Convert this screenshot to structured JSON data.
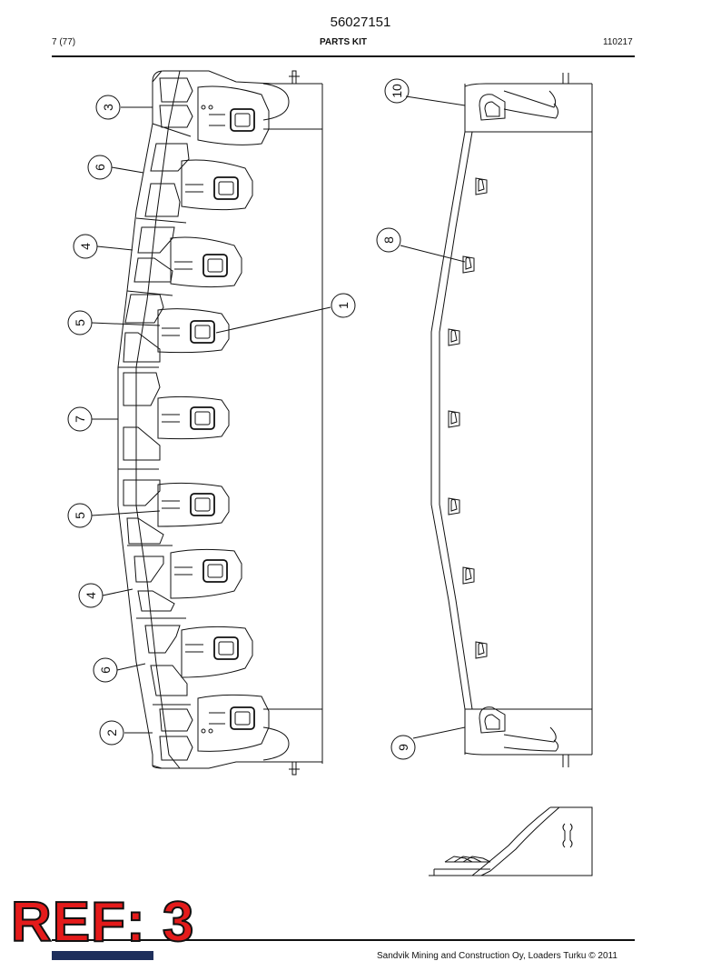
{
  "header": {
    "document_number": "56027151",
    "page_indicator": "7 (77)",
    "section_title": "PARTS KIT",
    "date_code": "110217"
  },
  "callouts": {
    "left_view": [
      "3",
      "6",
      "4",
      "5",
      "7",
      "5",
      "4",
      "6",
      "2",
      "1"
    ],
    "right_view": [
      "10",
      "8",
      "9"
    ]
  },
  "stamp": {
    "reference": "REF: 3"
  },
  "footer": {
    "copyright": "Sandvik Mining and Construction Oy, Loaders Turku © 2011"
  }
}
